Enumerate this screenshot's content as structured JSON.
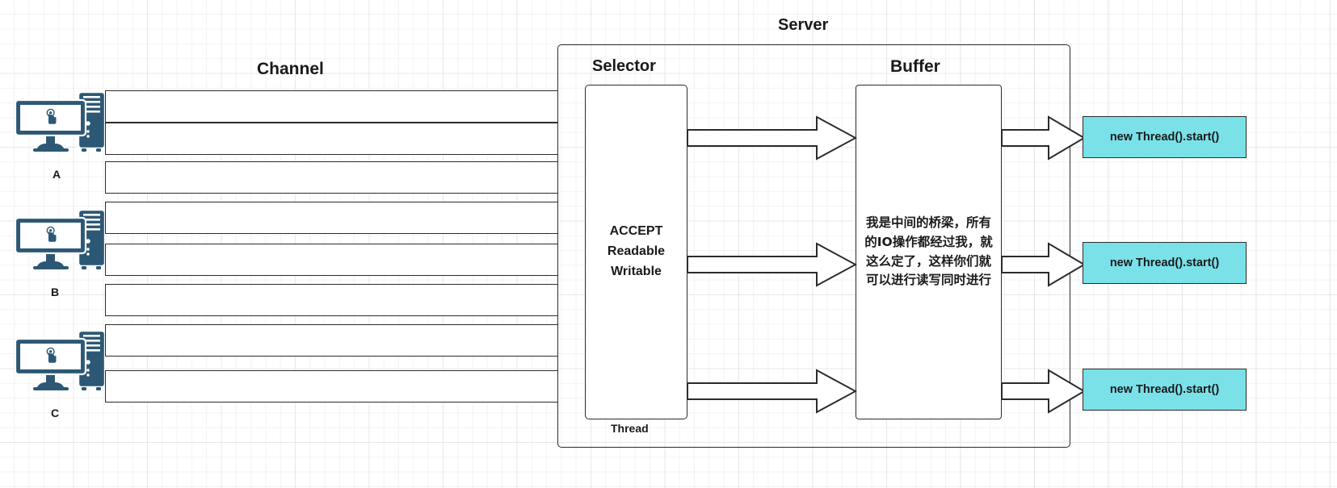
{
  "diagram": {
    "titles": {
      "server": "Server",
      "channel": "Channel",
      "selector": "Selector",
      "buffer": "Buffer"
    },
    "clients": [
      {
        "label": "A",
        "icon": "desktop-computer-icon"
      },
      {
        "label": "B",
        "icon": "desktop-computer-icon"
      },
      {
        "label": "C",
        "icon": "desktop-computer-icon"
      }
    ],
    "channel": {
      "band_count": 8
    },
    "selector": {
      "events_text": "ACCEPT\nReadable\nWritable",
      "footer_label": "Thread"
    },
    "buffer": {
      "note": "我是中间的桥梁，所有的IO操作都经过我，就这么定了，这样你们就可以进行读写同时进行"
    },
    "threads": [
      {
        "label": "new Thread().start()"
      },
      {
        "label": "new Thread().start()"
      },
      {
        "label": "new Thread().start()"
      }
    ],
    "arrows": {
      "selector_to_buffer_count": 3,
      "buffer_to_thread_count": 3,
      "style": "block-arrow-right"
    },
    "colors": {
      "computer_icon": "#2c5875",
      "thread_box_fill": "#7ae1e9",
      "stroke": "#2b2b2b",
      "text": "#1a1a1a",
      "grid_minor": "#f3f3f3",
      "grid_major": "#e8e8e8",
      "canvas": "#ffffff"
    }
  }
}
